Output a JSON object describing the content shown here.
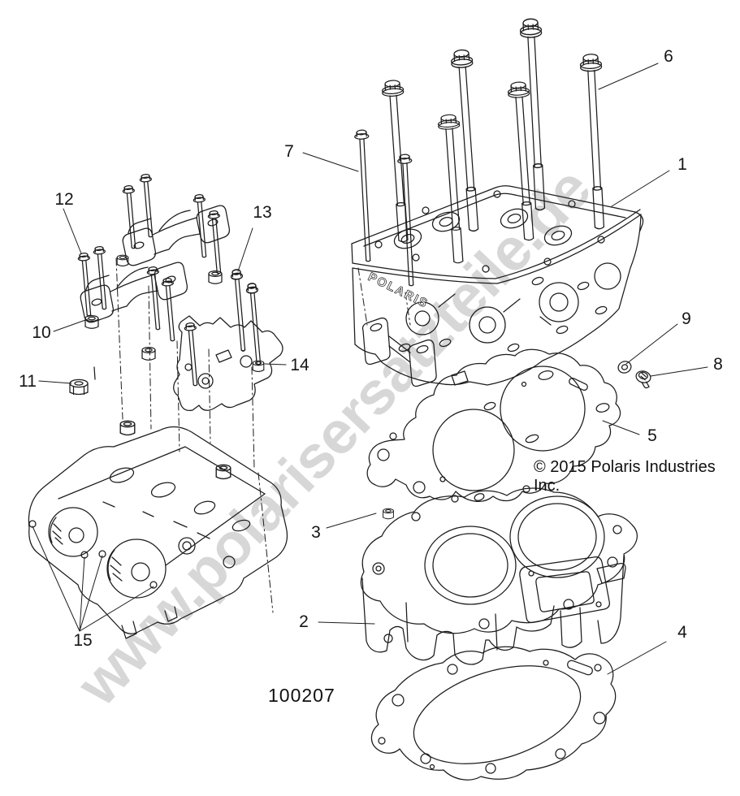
{
  "diagram": {
    "watermark_text": "www.polarisersatzteile.de",
    "copyright_text": "© 2015 Polaris Industries Inc.",
    "figure_number": "100207",
    "brand_embossed": "POLARIS",
    "callouts": [
      {
        "label": "1"
      },
      {
        "label": "2"
      },
      {
        "label": "3"
      },
      {
        "label": "4"
      },
      {
        "label": "5"
      },
      {
        "label": "6"
      },
      {
        "label": "7"
      },
      {
        "label": "8"
      },
      {
        "label": "9"
      },
      {
        "label": "10"
      },
      {
        "label": "11"
      },
      {
        "label": "12"
      },
      {
        "label": "13"
      },
      {
        "label": "14"
      },
      {
        "label": "15"
      }
    ]
  },
  "colors": {
    "background": "#ffffff",
    "line_art": "#1c1c1c",
    "watermark": "#d7d7d7",
    "text": "#151515"
  }
}
